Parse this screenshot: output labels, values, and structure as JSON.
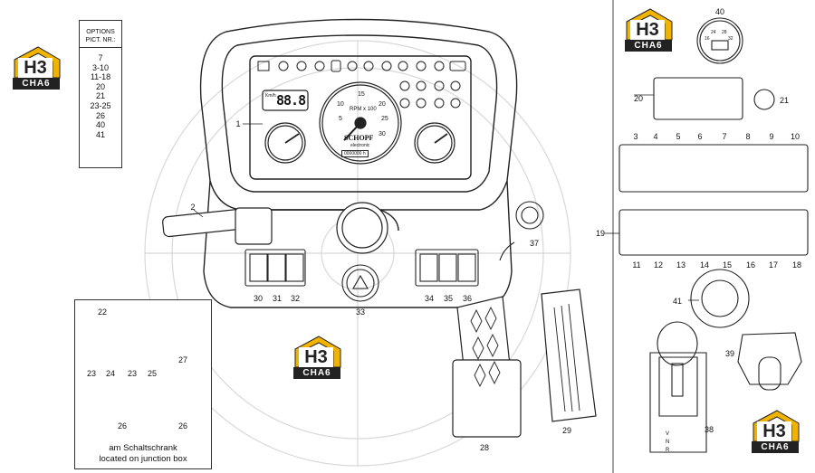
{
  "options_table": {
    "header": "OPTIONS PICT. NR.:",
    "items": [
      "7",
      "3-10",
      "11-18",
      "20",
      "21",
      "23-25",
      "26",
      "40",
      "41"
    ]
  },
  "logo": {
    "mark": "H3",
    "caption": "CHA6"
  },
  "dashboard": {
    "speed_unit": "Km/h",
    "speed_value": "88.8",
    "rpm_label": "RPM x 100",
    "tach_ticks": [
      "5",
      "10",
      "15",
      "20",
      "25",
      "30"
    ],
    "brand": "SCHOPF",
    "brand_sub": "electronic",
    "hour_meter": "0000000 h"
  },
  "gauge40_ticks": [
    "16",
    "24",
    "28",
    "32"
  ],
  "junction_caption": [
    "am Schaltschrank",
    "located on junction box"
  ],
  "callouts": {
    "c1": "1",
    "c2": "2",
    "c3": "3",
    "c4": "4",
    "c5": "5",
    "c6": "6",
    "c7": "7",
    "c8": "8",
    "c9": "9",
    "c10": "10",
    "c11": "11",
    "c12": "12",
    "c13": "13",
    "c14": "14",
    "c15": "15",
    "c16": "16",
    "c17": "17",
    "c18": "18",
    "c19": "19",
    "c20": "20",
    "c21": "21",
    "c22": "22",
    "c23a": "23",
    "c24": "24",
    "c23b": "23",
    "c25": "25",
    "c26a": "26",
    "c26b": "26",
    "c27": "27",
    "c28": "28",
    "c29": "29",
    "c30": "30",
    "c31": "31",
    "c32": "32",
    "c33": "33",
    "c34": "34",
    "c35": "35",
    "c36": "36",
    "c37": "37",
    "c38": "38",
    "c39": "39",
    "c40": "40",
    "c41": "41"
  },
  "joystick_gate": [
    "V",
    "N",
    "R"
  ]
}
